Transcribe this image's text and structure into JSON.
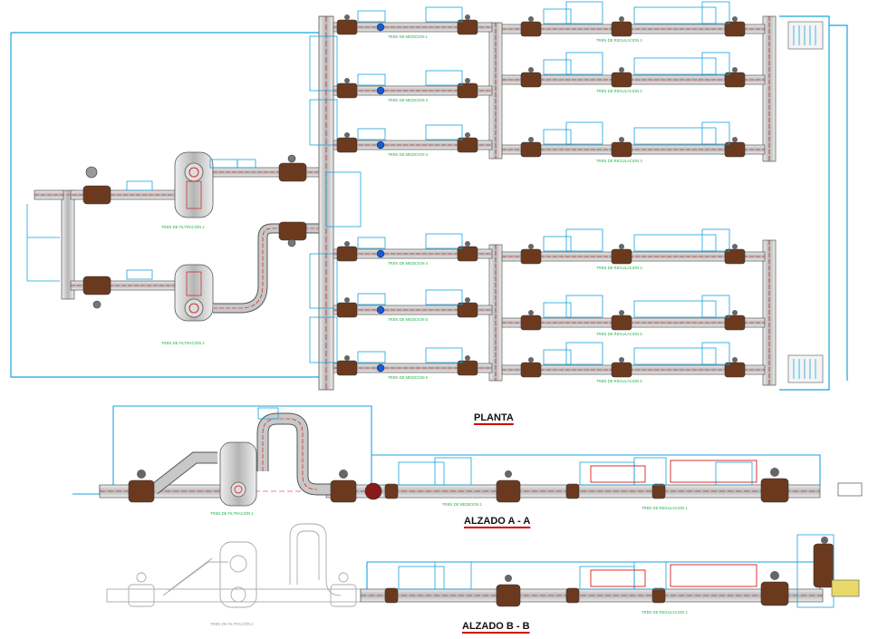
{
  "colors": {
    "pipe": "#b8b8b8",
    "pipe_edge": "#555555",
    "instrument_line": "#1aa3dd",
    "centerline": "#d40000",
    "valve_body": "#6b3a1e",
    "label_green": "#22b14c",
    "ghost": "#aaaaaa"
  },
  "views": {
    "planta": "PLANTA",
    "alzado_a": "ALZADO A - A",
    "alzado_b": "ALZADO B - B"
  },
  "plan_labels": {
    "filtration_1": "TREN DE FILTRACIÓN 1",
    "filtration_2": "TREN DE FILTRACIÓN 2",
    "medicion": [
      "TREN DE MEDICION 1",
      "TREN DE MEDICION 2",
      "TREN DE MEDICION 3",
      "TREN DE MEDICION 4",
      "TREN DE MEDICION 5",
      "TREN DE MEDICION 6"
    ],
    "regulacion": [
      "TREN DE REGULACION 1",
      "TREN DE REGULACION 2",
      "TREN DE REGULACION 3",
      "TREN DE REGULACION 4",
      "TREN DE REGULACION 5",
      "TREN DE REGULACION 6"
    ]
  },
  "elev_a_labels": {
    "filtration": "TREN DE FILTRACIÓN 1",
    "medicion": "TREN DE MEDICION 1",
    "regulacion": "TREN DE REGULACION 1"
  },
  "elev_b_labels": {
    "filtration": "TREN DE FILTRACIÓN 2",
    "regulacion": "TREN DE REGULACION 2"
  }
}
